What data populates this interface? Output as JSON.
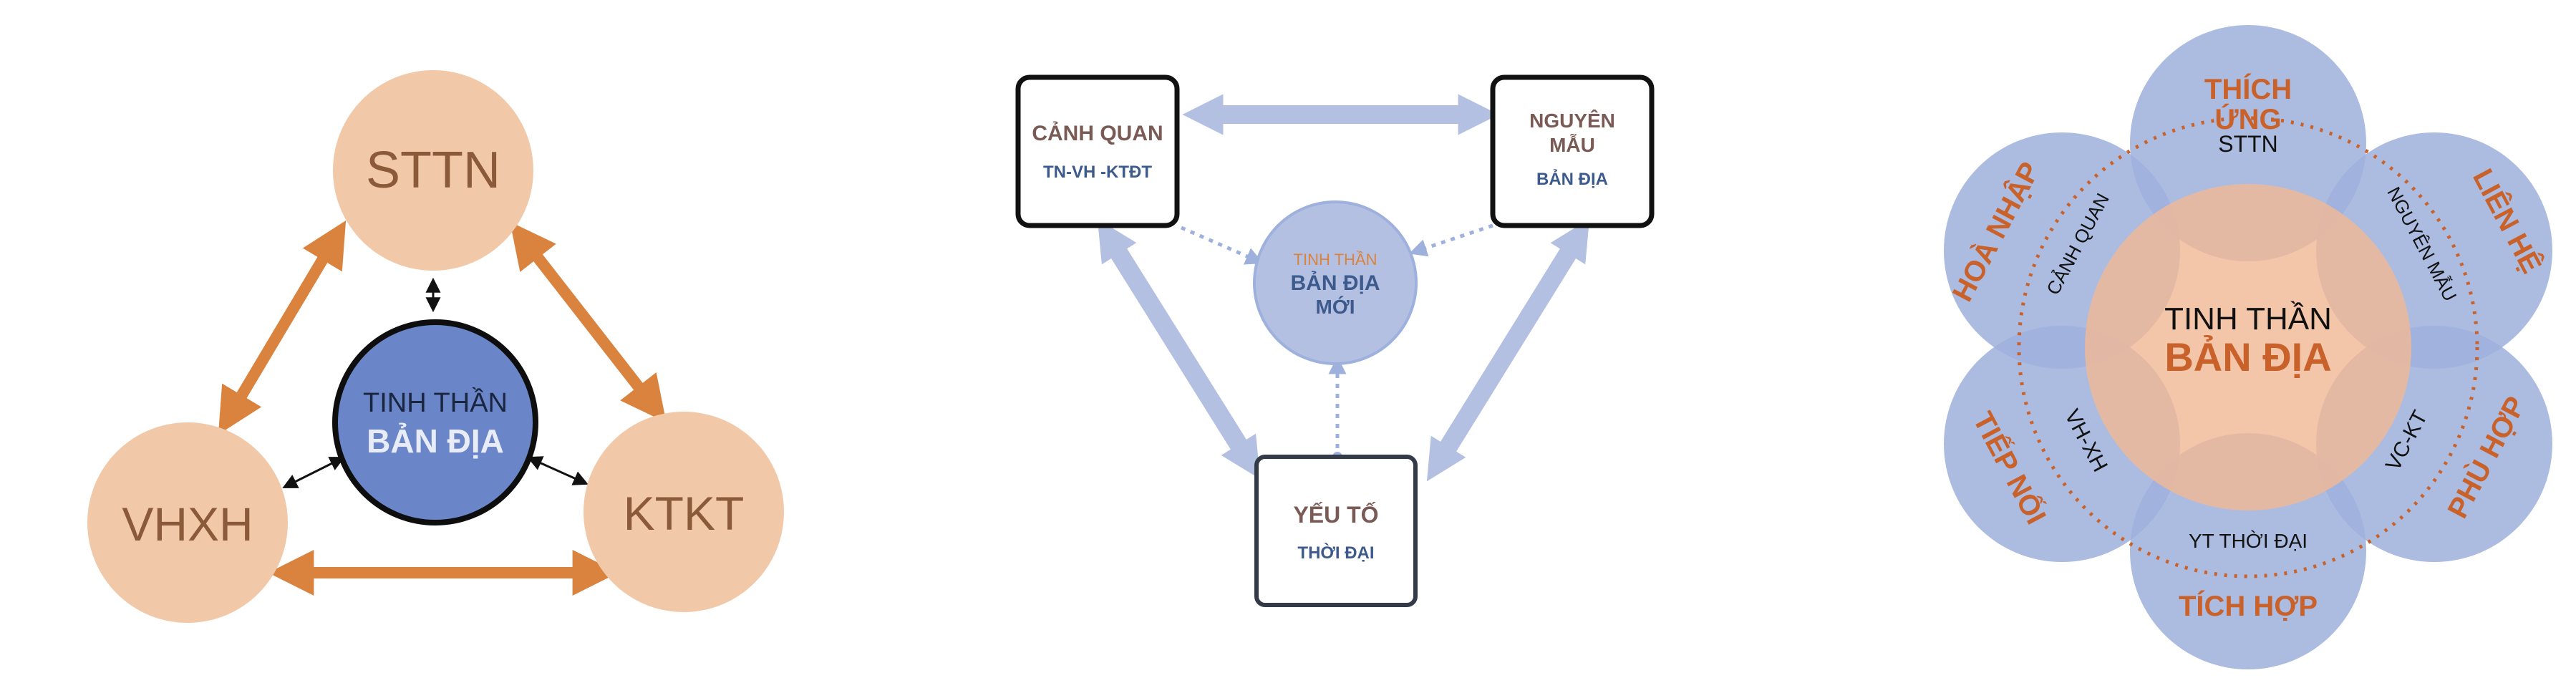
{
  "colors": {
    "peach": "#f2c9a8",
    "orange_arrow": "#d9833f",
    "navy_circle": "#6b86c8",
    "light_blue": "#b4c0e2",
    "mid_blue": "#9eb0dc",
    "box_stroke": "#2b2b2b",
    "orange_text": "#c9612a",
    "dark_text": "#1f1f1f",
    "brown_text": "#7a5a55",
    "blue_text": "#3d5a8c"
  },
  "diagram1": {
    "top": "STTN",
    "left": "VHXH",
    "right": "KTKT",
    "center_line1": "TINH THẦN",
    "center_line2": "BẢN ĐỊA"
  },
  "diagram2": {
    "box_tl_title": "CẢNH QUAN",
    "box_tl_sub": "TN-VH -KTĐT",
    "box_tr_title1": "NGUYÊN",
    "box_tr_title2": "MẪU",
    "box_tr_sub": "BẢN ĐỊA",
    "box_b_title": "YẾU TỐ",
    "box_b_sub": "THỜI ĐẠI",
    "center_line1": "TINH THẦN",
    "center_line2": "BẢN ĐỊA",
    "center_line3": "MỚI"
  },
  "diagram3": {
    "center_line1": "TINH THẦN",
    "center_line2": "BẢN ĐỊA",
    "top_outer1": "THÍCH",
    "top_outer2": "ỨNG",
    "top_inner": "STTN",
    "ur_outer": "LIÊN HỆ",
    "ur_inner": "NGUYÊN MẪU",
    "lr_outer": "PHÙ HỢP",
    "lr_inner": "VC-KT",
    "bottom_outer": "TÍCH HỢP",
    "bottom_inner": "YT THỜI ĐẠI",
    "ll_outer": "TIẾP NỐI",
    "ll_inner": "VH-XH",
    "ul_outer": "HOÀ NHẬP",
    "ul_inner": "CẢNH QUAN"
  }
}
